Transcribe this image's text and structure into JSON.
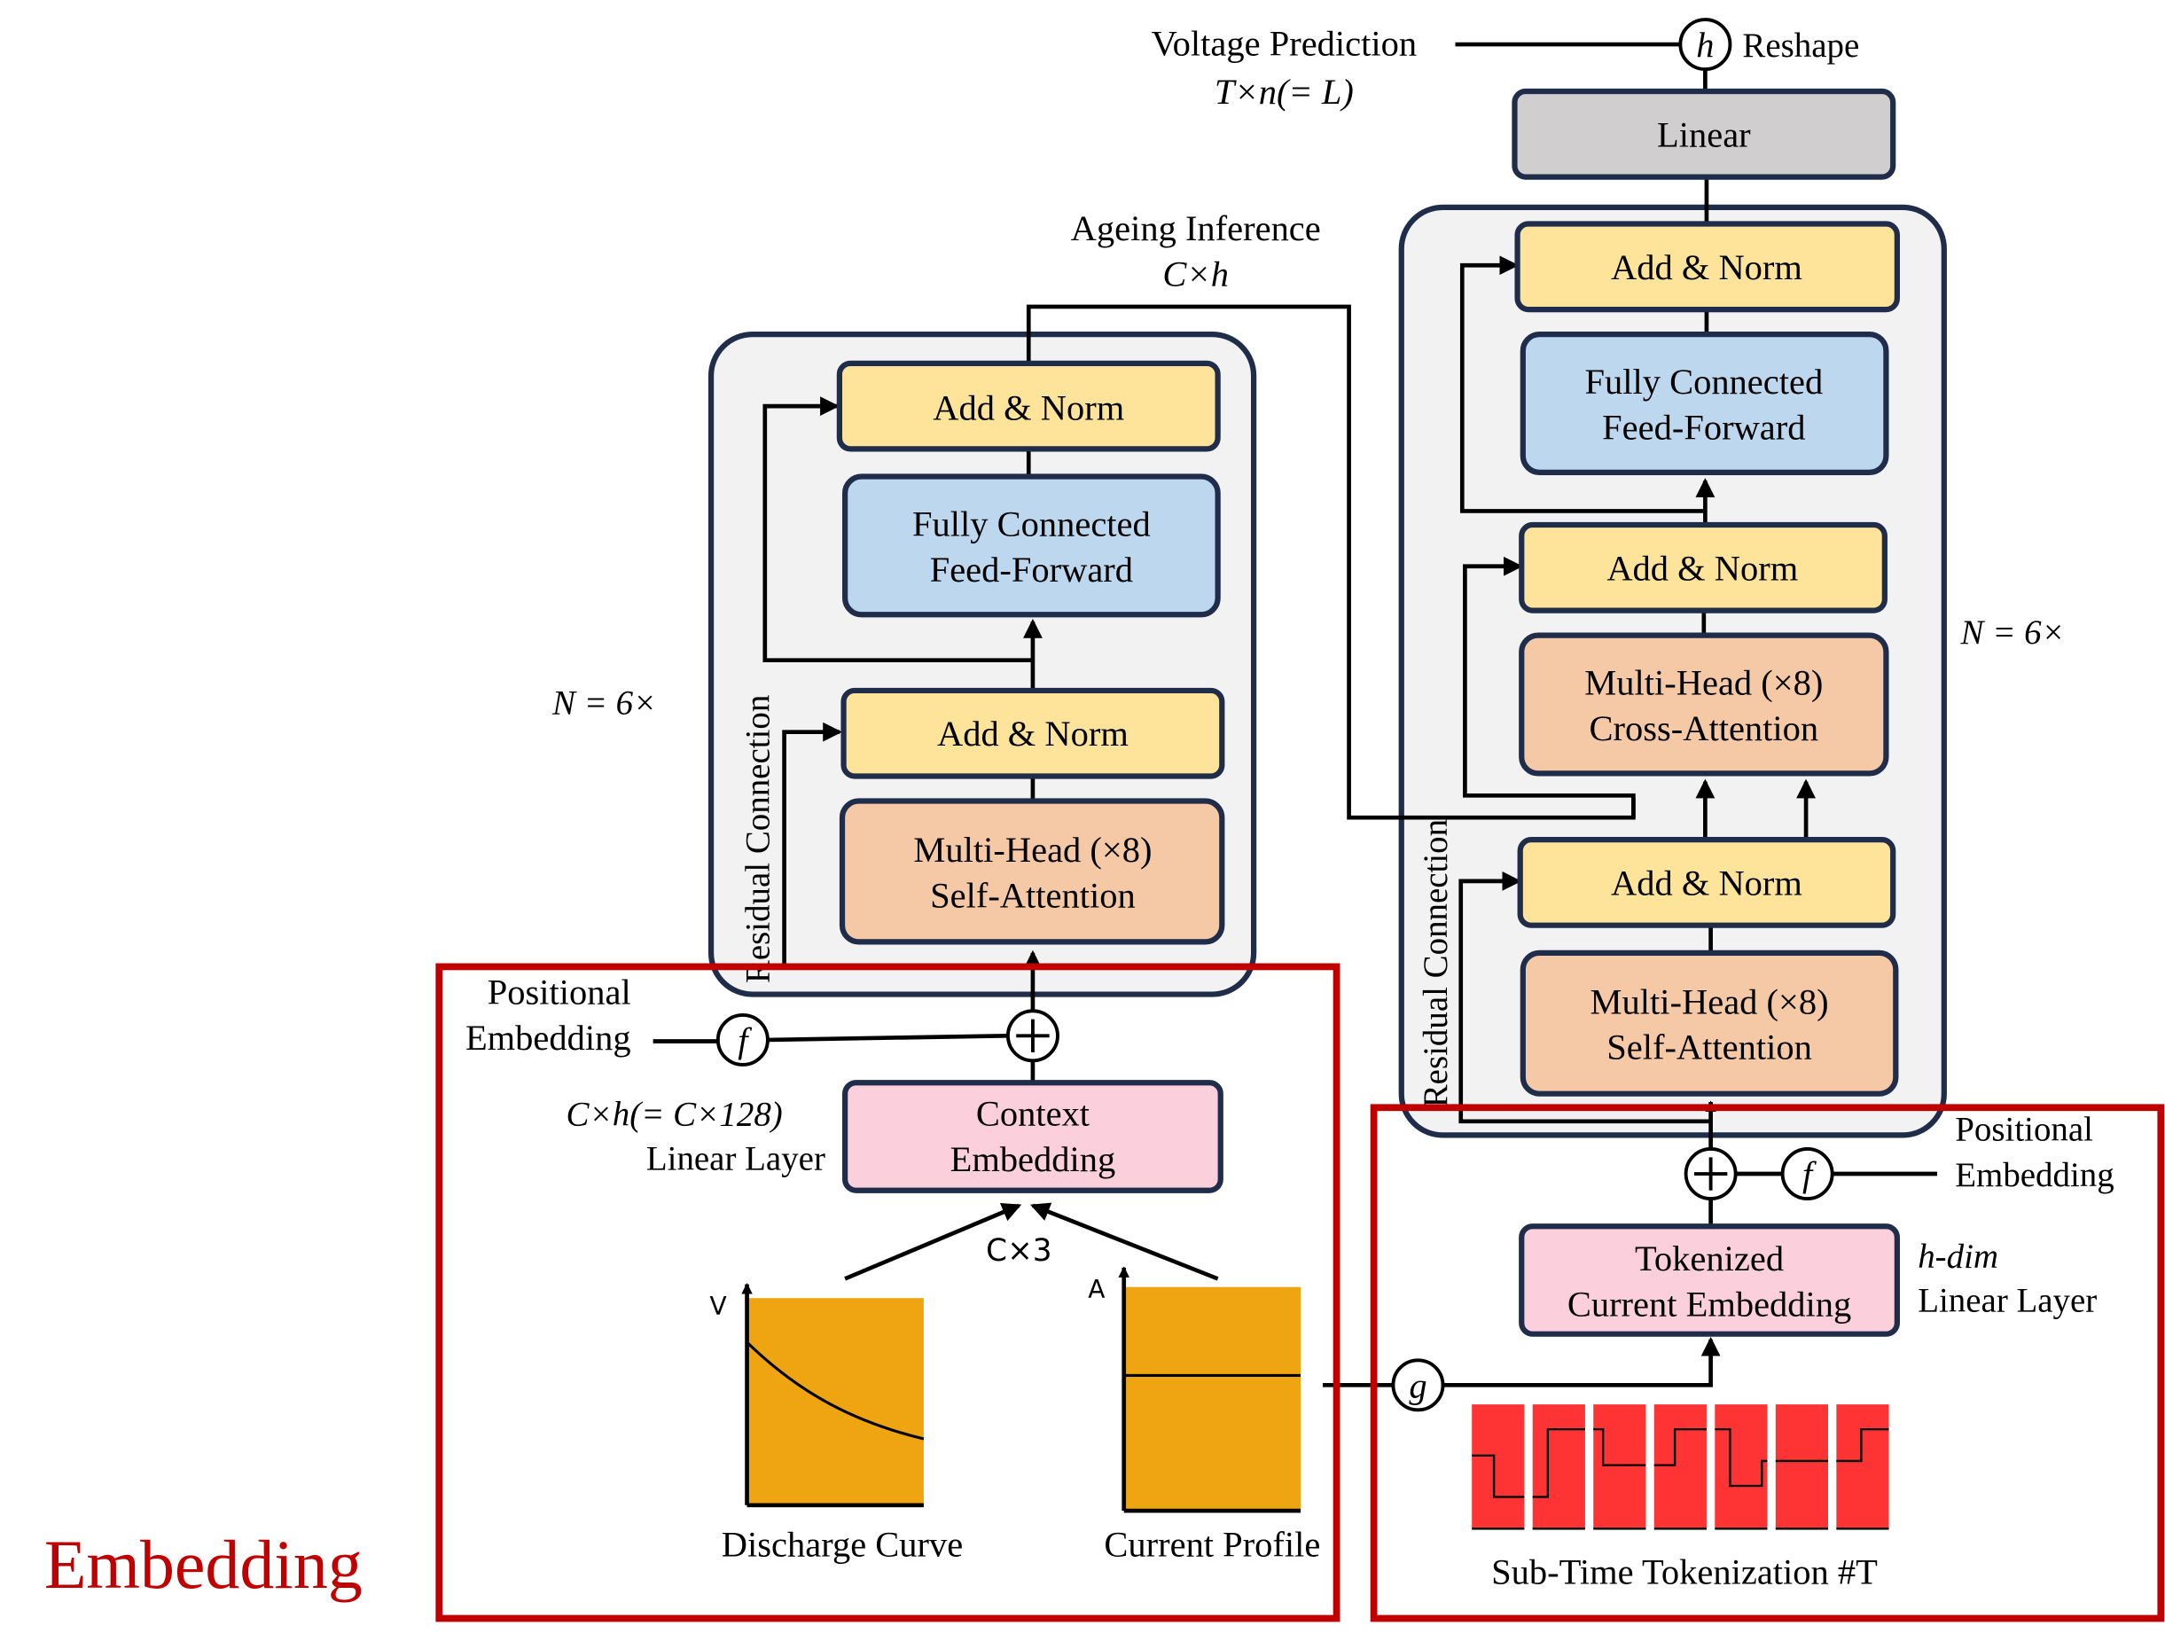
{
  "colors": {
    "add_norm": "#fde49a",
    "feed_forward": "#bdd7ee",
    "attention": "#f6c9a6",
    "embedding": "#fccfdc",
    "linear": "#d0cece",
    "container": "#f2f2f2",
    "border": "#1f2d4a",
    "red_frame": "#c00000",
    "plot_fill": "#eea511",
    "token_fill": "#fe3333"
  },
  "title": "Embedding",
  "top": {
    "voltage_prediction": "Voltage Prediction",
    "voltage_dim": "T×n(= L)",
    "reshape": "Reshape",
    "h_symbol": "h",
    "ageing_inference": "Ageing Inference",
    "ageing_dim": "C×h"
  },
  "encoder": {
    "repeat": "N = 6×",
    "residual": "Residual Connection",
    "add_norm_top": "Add & Norm",
    "ff_line1": "Fully Connected",
    "ff_line2": "Feed-Forward",
    "add_norm_bottom": "Add & Norm",
    "attn_line1": "Multi-Head (×8)",
    "attn_line2": "Self-Attention"
  },
  "decoder": {
    "repeat": "N = 6×",
    "residual": "Residual Connection",
    "linear": "Linear",
    "add_norm_top": "Add & Norm",
    "ff_line1": "Fully Connected",
    "ff_line2": "Feed-Forward",
    "add_norm_mid": "Add & Norm",
    "cross_line1": "Multi-Head (×8)",
    "cross_line2": "Cross-Attention",
    "add_norm_bottom": "Add & Norm",
    "attn_line1": "Multi-Head (×8)",
    "attn_line2": "Self-Attention"
  },
  "left_embedding": {
    "pos_line1": "Positional",
    "pos_line2": "Embedding",
    "f_symbol": "f",
    "dim": "C×h(= C×128)",
    "linear_layer": "Linear Layer",
    "ctx_line1": "Context",
    "ctx_line2": "Embedding",
    "input_dim": "C×3",
    "v_axis": "V",
    "a_axis": "A",
    "discharge": "Discharge Curve",
    "current": "Current Profile"
  },
  "right_embedding": {
    "pos_line1": "Positional",
    "pos_line2": "Embedding",
    "f_symbol": "f",
    "g_symbol": "g",
    "dim": "h-dim",
    "linear_layer": "Linear Layer",
    "tok_line1": "Tokenized",
    "tok_line2": "Current Embedding",
    "tokenization": "Sub-Time Tokenization #T"
  }
}
